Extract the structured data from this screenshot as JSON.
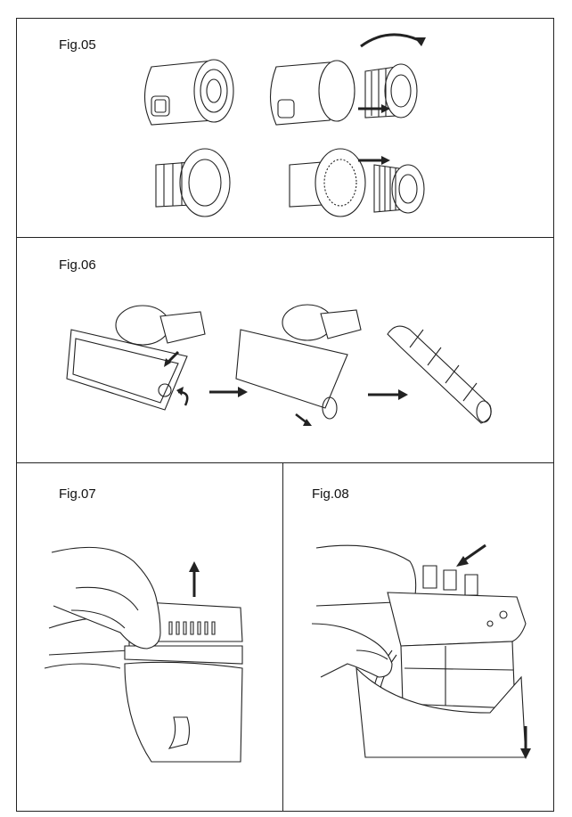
{
  "figures": [
    {
      "label": "Fig.05",
      "illustration": "dust-container-filter-removal"
    },
    {
      "label": "Fig.06",
      "illustration": "floor-brush-roller-removal"
    },
    {
      "label": "Fig.07",
      "illustration": "battery-release-lift"
    },
    {
      "label": "Fig.08",
      "illustration": "battery-pack-removal"
    }
  ],
  "colors": {
    "line": "#222222",
    "page": "#ffffff"
  }
}
